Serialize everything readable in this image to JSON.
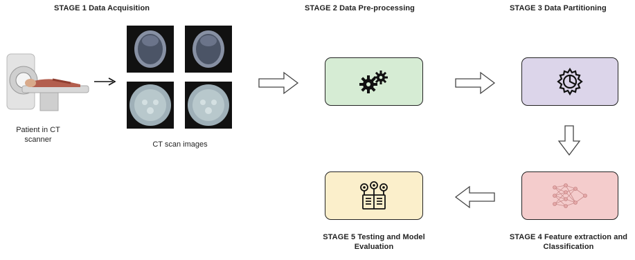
{
  "stage1": {
    "title": "STAGE 1  Data Acquisition",
    "patient_label": "Patient in CT scanner",
    "images_label": "CT scan images"
  },
  "stage2": {
    "title": "STAGE 2  Data Pre-processing",
    "icon": "gears-icon",
    "color": "#d6ecd4"
  },
  "stage3": {
    "title": "STAGE 3  Data Partitioning",
    "icon": "gear-pie-icon",
    "color": "#dcd5ea"
  },
  "stage4": {
    "title": "STAGE 4  Feature extraction and Classification",
    "icon": "neural-network-icon",
    "color": "#f4cccc"
  },
  "stage5": {
    "title": "STAGE 5  Testing and Model Evaluation",
    "icon": "gears-book-icon",
    "color": "#fbefcb"
  }
}
